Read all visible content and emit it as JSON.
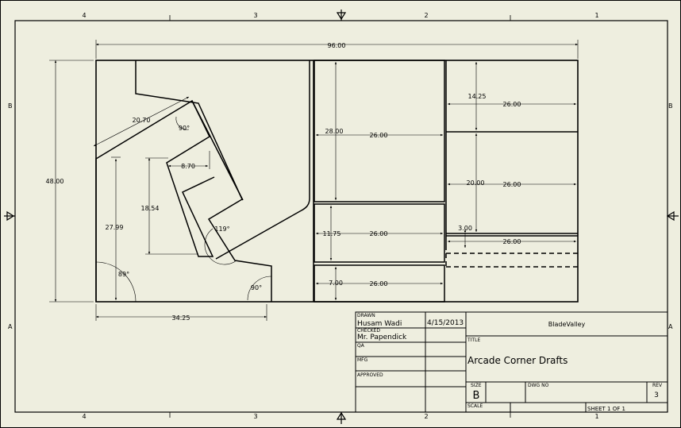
{
  "zones": {
    "top": [
      "4",
      "3",
      "2",
      "1"
    ],
    "bottom": [
      "4",
      "3",
      "2",
      "1"
    ],
    "left": [
      "B",
      "A"
    ],
    "right": [
      "B",
      "A"
    ]
  },
  "dimensions": {
    "overall_width": "96.00",
    "overall_height": "48.00",
    "seat_back": "20.70",
    "angle_top": "90°",
    "depth": "8.70",
    "inner_height": "18.54",
    "side_height": "27.99",
    "angle_119": "119°",
    "angle_89": "89°",
    "angle_90": "90°",
    "base_width": "34.25",
    "panel_a_height": "28.00",
    "panel_a_width": "26.00",
    "panel_b_height": "11.75",
    "panel_b_width": "26.00",
    "panel_c_height": "7.00",
    "panel_c_width": "26.00",
    "panel_d_height": "14.25",
    "panel_d_width": "26.00",
    "panel_e_height": "20.00",
    "panel_e_width": "26.00",
    "strip_height": "3.00",
    "strip_width": "26.00"
  },
  "title_block": {
    "drawn_label": "DRAWN",
    "drawn_by": "Husam Wadi",
    "drawn_date": "4/15/2013",
    "checked_label": "CHECKED",
    "checked_by": "Mr. Papendick",
    "qa_label": "QA",
    "mfg_label": "MFG",
    "approved_label": "APPROVED",
    "company": "BladeValley",
    "title_label": "TITLE",
    "title": "Arcade Corner Drafts",
    "size_label": "SIZE",
    "size": "B",
    "dwg_no_label": "DWG NO",
    "rev_label": "REV",
    "rev": "3",
    "scale_label": "SCALE",
    "sheet": "SHEET 1  OF 1"
  }
}
